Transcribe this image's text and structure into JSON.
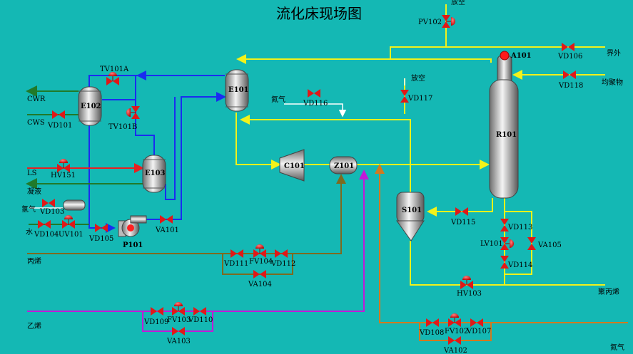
{
  "title": "流化床现场图",
  "colors": {
    "background": "#14b8b4",
    "yellow_line": "#f2f21a",
    "blue_line": "#1a2cf0",
    "red_line": "#e82020",
    "green_line": "#207a2a",
    "olive_line": "#7d6a20",
    "magenta_line": "#c21ad8",
    "orange_line": "#d07a20",
    "white_line": "#ffffff",
    "valve": "#e01818"
  },
  "streams": {
    "cwr": "CWR",
    "cws": "CWS",
    "ls": "LS",
    "condensate": "凝液",
    "hydrogen": "氢气",
    "water": "水",
    "propylene": "丙烯",
    "ethylene": "乙烯",
    "vent_top": "放空",
    "vent_mid": "放空",
    "battery_limit": "界外",
    "homopolymer": "均聚物",
    "nitrogen_in": "氮气",
    "polypropylene": "聚丙烯",
    "nitrogen_out": "氮气"
  },
  "equipment": {
    "e101": "E101",
    "e102": "E102",
    "e103": "E103",
    "c101": "C101",
    "z101": "Z101",
    "r101": "R101",
    "s101": "S101",
    "p101": "P101",
    "a101": "A101"
  },
  "valves": {
    "tv101a": "TV101A",
    "tv101b": "TV101B",
    "vd101": "VD101",
    "hv151": "HV151",
    "vd103": "VD103",
    "vd104": "VD104",
    "uv101": "UV101",
    "vd105": "VD105",
    "va101": "VA101",
    "vd116": "VD116",
    "pv102": "PV102",
    "vd117": "VD117",
    "vd106": "VD106",
    "vd118": "VD118",
    "vd115": "VD115",
    "vd113": "VD113",
    "lv101": "LV101",
    "va105": "VA105",
    "vd114": "VD114",
    "hv103": "HV103",
    "vd111": "VD111",
    "fv104": "FV104",
    "vd112": "VD112",
    "va104": "VA104",
    "vd109": "VD109",
    "fv103": "FV103",
    "vd110": "VD110",
    "va103": "VA103",
    "vd108": "VD108",
    "fv102": "FV102",
    "vd107": "VD107",
    "va102": "VA102"
  }
}
